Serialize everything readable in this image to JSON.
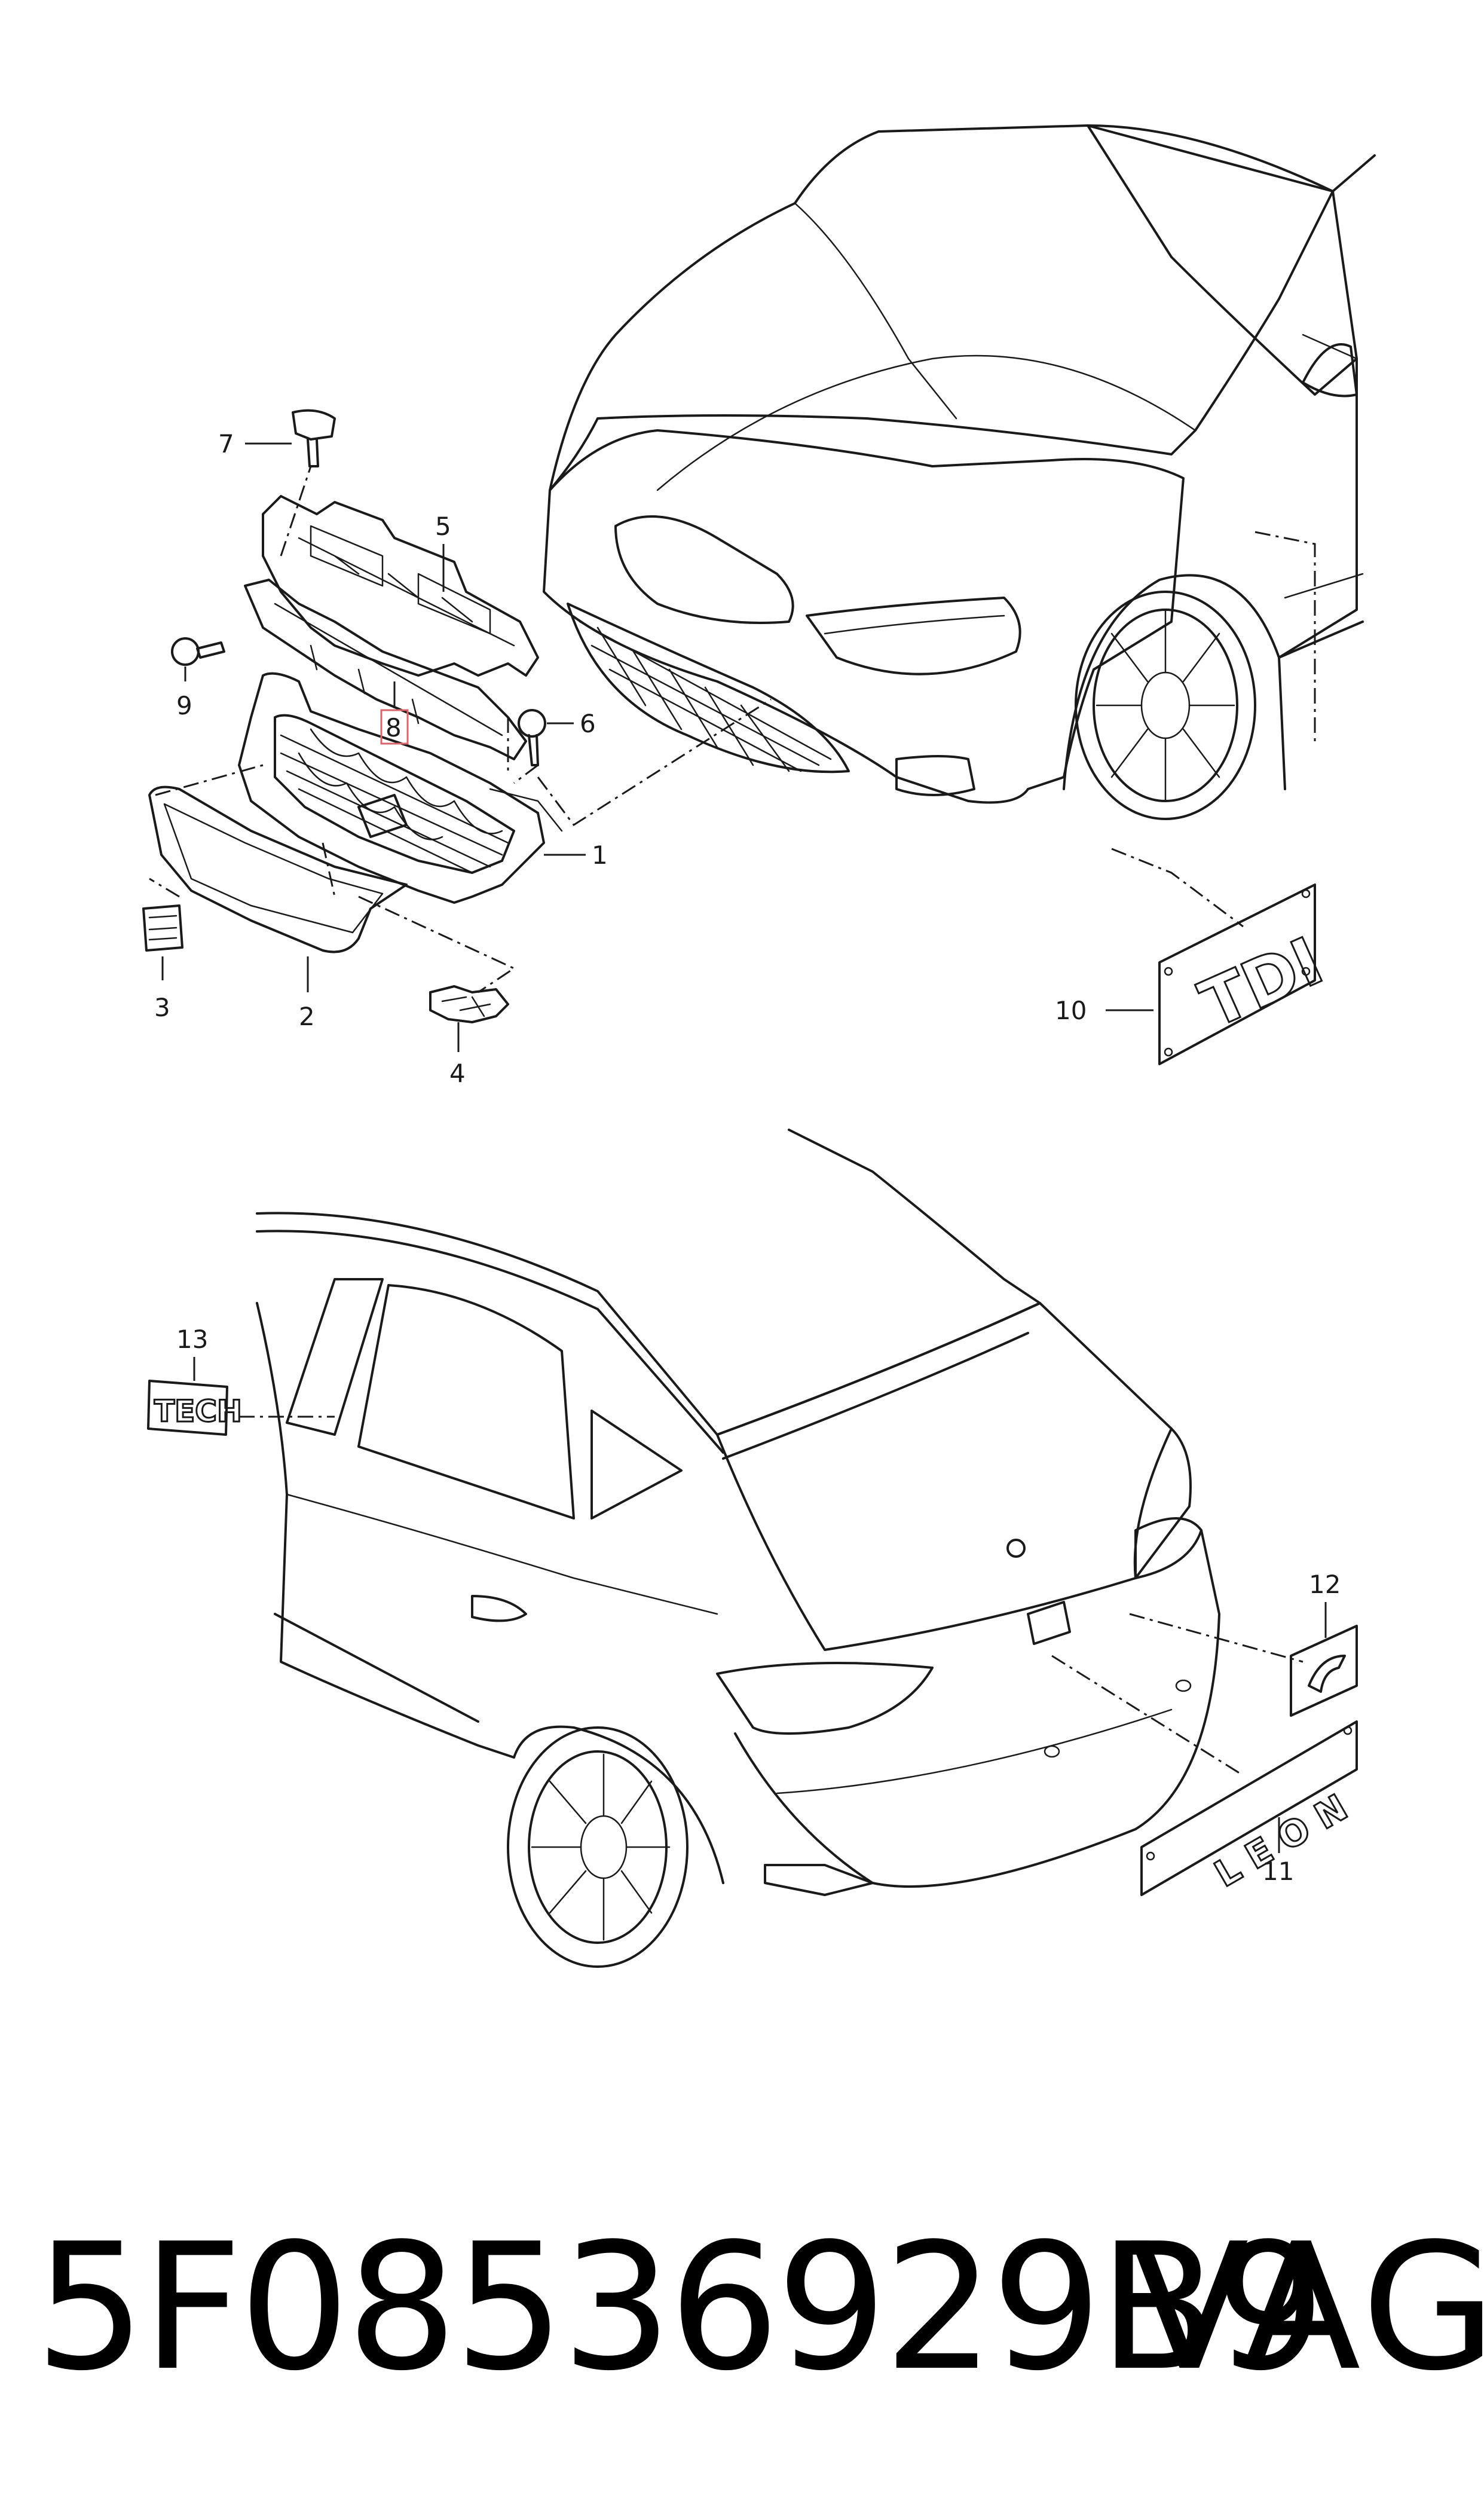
{
  "callouts": {
    "c1": "1",
    "c2": "2",
    "c3": "3",
    "c4": "4",
    "c5": "5",
    "c6": "6",
    "c7": "7",
    "c8": "8",
    "c9": "9",
    "c10": "10",
    "c11": "11",
    "c12": "12",
    "c13": "13"
  },
  "emblems": {
    "tdi": "TDI",
    "leon": "L E O N",
    "tech": "TECH"
  },
  "footer": {
    "part_number": "5F08536929B9",
    "brand": "VAG"
  },
  "colors": {
    "line": "#1a1a1a",
    "highlight_box": "#d9646e",
    "background": "#ffffff"
  }
}
